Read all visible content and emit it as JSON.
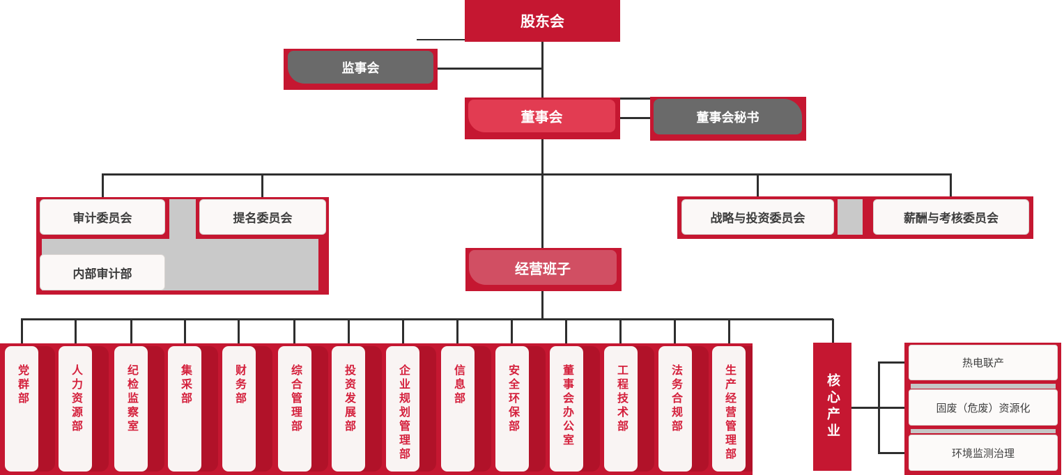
{
  "palette": {
    "red": "#c51731",
    "red_dark": "#b11229",
    "red_bright": "#e23c52",
    "red_rose": "#d14f63",
    "gray_box": "#6a6a6a",
    "gray_patch": "#c9c9c9",
    "node_bg": "#fbf8f7",
    "text_dark": "#3d3d3d",
    "text_red": "#d4203c",
    "line": "#2e2e2e"
  },
  "nodes": {
    "shareholders": "股东会",
    "supervisory_board": "监事会",
    "board_of_directors": "董事会",
    "board_secretary": "董事会秘书",
    "audit_committee": "审计委员会",
    "nomination_committee": "提名委员会",
    "internal_audit_dept": "内部审计部",
    "strategy_investment_committee": "战略与投资委员会",
    "compensation_assessment_committee": "薪酬与考核委员会",
    "management_team": "经营班子",
    "core_industry": "核心产业"
  },
  "departments": [
    "党群部",
    "人力资源部",
    "纪检监察室",
    "集采部",
    "财务部",
    "综合管理部",
    "投资发展部",
    "企业规划管理部",
    "信息部",
    "安全环保部",
    "董事会办公室",
    "工程技术部",
    "法务合规部",
    "生产经营管理部"
  ],
  "core_businesses": [
    "热电联产",
    "固废（危废）资源化",
    "环境监测治理"
  ]
}
